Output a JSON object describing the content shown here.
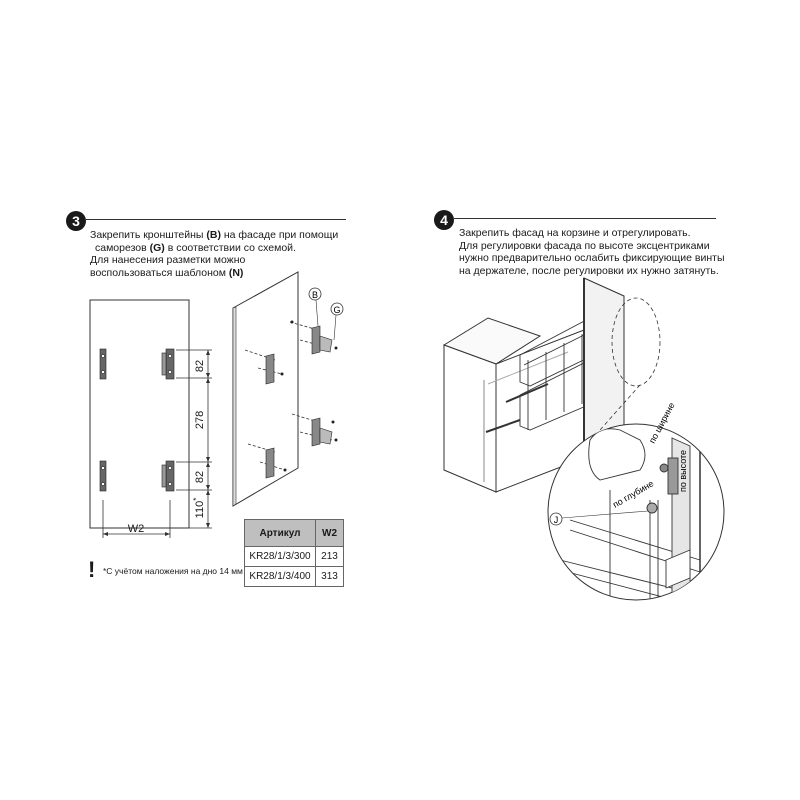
{
  "step3": {
    "number": "3",
    "line1a": "Закрепить кронштейны ",
    "line1b": "(B)",
    "line1c": " на фасаде при помощи",
    "line2a": "саморезов ",
    "line2b": "(G)",
    "line2c": " в соответствии со схемой.",
    "line3": "Для нанесения разметки можно",
    "line4a": "воспользоваться шаблоном ",
    "line4b": "(N)",
    "dims": {
      "d82a": "82",
      "d278": "278",
      "d82b": "82",
      "d110": "110",
      "d110sup": "*",
      "w2": "W2"
    },
    "callouts": {
      "b": "B",
      "g": "G"
    },
    "table": {
      "headers": [
        "Артикул",
        "W2"
      ],
      "rows": [
        [
          "KR28/1/3/300",
          "213"
        ],
        [
          "KR28/1/3/400",
          "313"
        ]
      ]
    },
    "note_mark": "!",
    "note": "*С учётом наложения на дно 14 мм"
  },
  "step4": {
    "number": "4",
    "line1": "Закрепить фасад на корзине и отрегулировать.",
    "line2": "Для регулировки фасада по высоте эксцентриками",
    "line3": "нужно предварительно ослабить фиксирующие винты",
    "line4": "на держателе, после регулировки их нужно затянуть.",
    "labels": {
      "width": "по ширине",
      "height": "по высоте",
      "depth": "по глубине",
      "j": "J"
    }
  }
}
